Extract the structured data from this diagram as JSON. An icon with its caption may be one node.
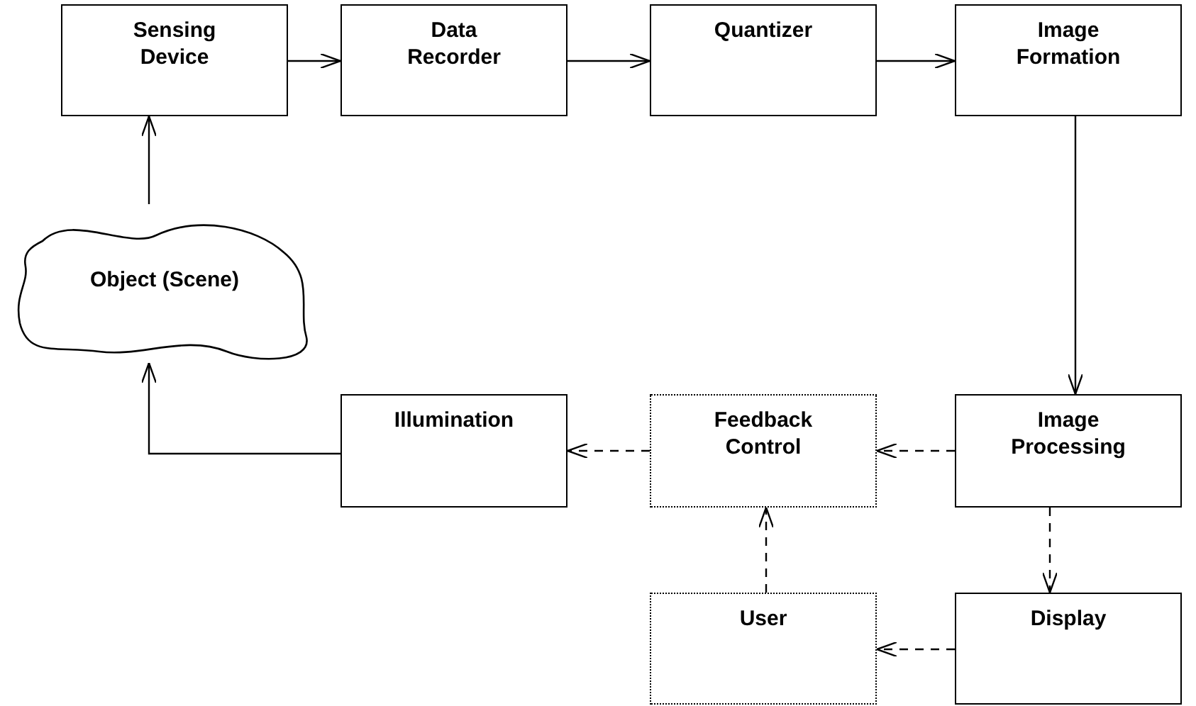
{
  "diagram": {
    "nodes": [
      {
        "text": [
          "Sensing Device"
        ]
      },
      {
        "text": [
          "Data Recorder"
        ]
      },
      {
        "text": [
          "Quantizer"
        ]
      },
      {
        "text": [
          "Image Formation"
        ]
      },
      {
        "text": [
          "Object (Scene)"
        ]
      },
      {
        "text": [
          "Illumination"
        ]
      },
      {
        "text": [
          "Feedback Control"
        ]
      },
      {
        "text": [
          "Image Processing"
        ]
      },
      {
        "text": [
          "User"
        ]
      },
      {
        "text": [
          "Display"
        ]
      }
    ],
    "edges": [
      {
        "from": 0,
        "to": 1,
        "arrow": "to"
      },
      {
        "from": 1,
        "to": 2,
        "arrow": "to"
      },
      {
        "from": 2,
        "to": 3,
        "arrow": "to"
      },
      {
        "from": 4,
        "to": 0,
        "arrow": "to"
      },
      {
        "from": 3,
        "to": 7,
        "arrow": "to"
      },
      {
        "from": 5,
        "to": 4,
        "arrow": "to"
      },
      {
        "from": 6,
        "to": 5,
        "arrow": "to",
        "style": "dashed"
      },
      {
        "from": 7,
        "to": 6,
        "arrow": "to",
        "style": "dashed"
      },
      {
        "from": 7,
        "to": 9,
        "arrow": "to",
        "style": "dashed"
      },
      {
        "from": 8,
        "to": 6,
        "arrow": "to",
        "style": "dashed"
      },
      {
        "from": 9,
        "to": 8,
        "arrow": "to",
        "style": "dashed"
      }
    ]
  }
}
